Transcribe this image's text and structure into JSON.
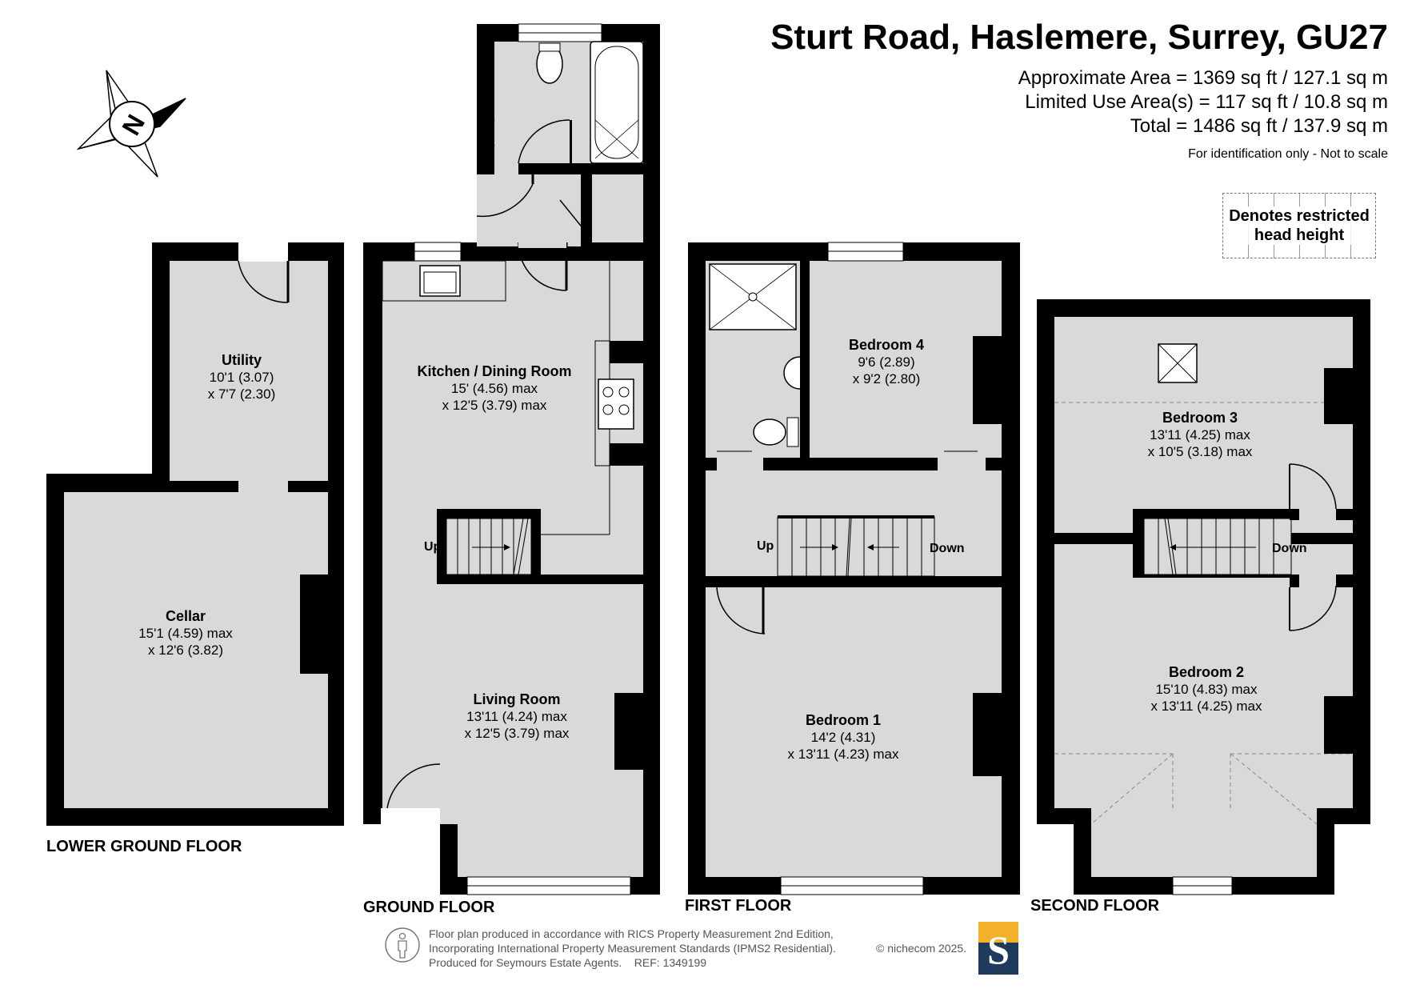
{
  "header": {
    "title": "Sturt Road, Haslemere, Surrey, GU27",
    "approx_area": "Approximate Area = 1369 sq ft / 127.1 sq m",
    "limited_use": "Limited Use Area(s) = 117 sq ft / 10.8 sq m",
    "total": "Total = 1486 sq ft / 137.9 sq m",
    "disclaimer": "For identification only - Not to scale"
  },
  "legend": {
    "line1": "Denotes restricted",
    "line2": "head height"
  },
  "compass": {
    "letter": "N"
  },
  "floors": {
    "lower_ground": {
      "label": "LOWER GROUND FLOOR",
      "utility": {
        "name": "Utility",
        "dim1": "10'1 (3.07)",
        "dim2": "x 7'7 (2.30)"
      },
      "cellar": {
        "name": "Cellar",
        "dim1": "15'1 (4.59) max",
        "dim2": "x 12'6 (3.82)"
      }
    },
    "ground": {
      "label": "GROUND FLOOR",
      "kitchen": {
        "name": "Kitchen / Dining Room",
        "dim1": "15' (4.56) max",
        "dim2": "x 12'5 (3.79) max"
      },
      "living": {
        "name": "Living Room",
        "dim1": "13'11 (4.24) max",
        "dim2": "x 12'5 (3.79) max"
      },
      "stairs_up": "Up"
    },
    "first": {
      "label": "FIRST FLOOR",
      "bedroom4": {
        "name": "Bedroom 4",
        "dim1": "9'6 (2.89)",
        "dim2": "x 9'2 (2.80)"
      },
      "bedroom1": {
        "name": "Bedroom 1",
        "dim1": "14'2 (4.31)",
        "dim2": "x 13'11 (4.23) max"
      },
      "stairs_up": "Up",
      "stairs_down": "Down"
    },
    "second": {
      "label": "SECOND FLOOR",
      "bedroom3": {
        "name": "Bedroom 3",
        "dim1": "13'11 (4.25) max",
        "dim2": "x 10'5 (3.18) max"
      },
      "bedroom2": {
        "name": "Bedroom 2",
        "dim1": "15'10 (4.83) max",
        "dim2": "x 13'11 (4.25) max"
      },
      "stairs_down": "Down"
    }
  },
  "footer": {
    "text": "Floor plan produced in accordance with RICS Property Measurement 2nd Edition,\nIncorporating International Property Measurement Standards (IPMS2 Residential).\nProduced for Seymours Estate Agents.    REF: 1349199",
    "copyright": "© nichecom 2025.",
    "logo_letter": "S",
    "logo_colors": {
      "navy": "#1f3a5c",
      "gold": "#f3b02b"
    }
  },
  "colors": {
    "wall": "#000000",
    "floor": "#d9d9d9",
    "restricted_line": "#888888"
  }
}
